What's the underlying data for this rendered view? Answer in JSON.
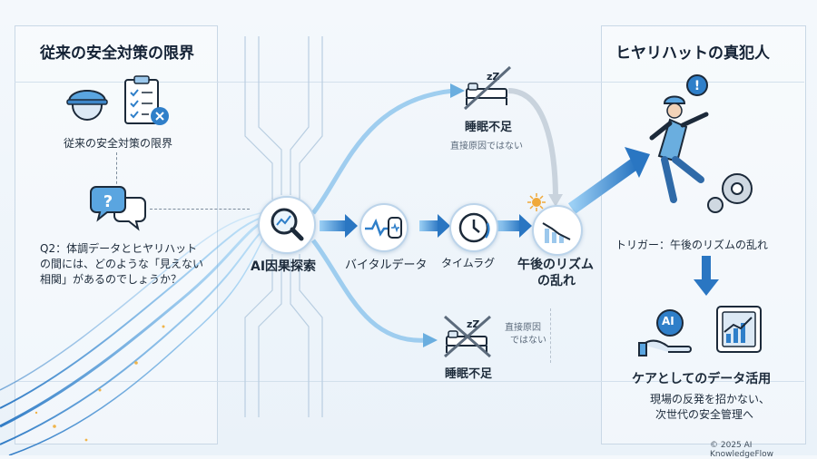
{
  "left": {
    "heading": "従来の安全対策の限界",
    "icon_caption": "従来の安全対策の限界",
    "question_line1": "Q2：体調データとヒヤリハット",
    "question_line2": "の間には、どのような「見えない",
    "question_line3": "相関」があるのでしょうか？"
  },
  "center": {
    "ai_label": "AI因果探索",
    "vital_label": "バイタルデータ",
    "timelag_label": "タイムラグ",
    "rhythm_line1": "午後のリズム",
    "rhythm_line2": "の乱れ",
    "sleep_top_label": "睡眠不足",
    "sleep_top_note": "直接原因ではない",
    "sleep_bottom_label": "睡眠不足",
    "sleep_bottom_note_line1": "直接原因",
    "sleep_bottom_note_line2": "ではない"
  },
  "right": {
    "heading": "ヒヤリハットの真犯人",
    "trigger_text": "トリガー：午後のリズムの乱れ",
    "ai_badge": "AI",
    "care_heading": "ケアとしてのデータ活用",
    "care_line1": "現場の反発を招かない、",
    "care_line2": "次世代の安全管理へ"
  },
  "footer": {
    "copyright": "© 2025 AI KnowledgeFlow"
  },
  "colors": {
    "accent": "#2f7fc9",
    "flow": "#4aa8e8",
    "ink": "#1c2a3a",
    "warn": "#e6a23c"
  }
}
